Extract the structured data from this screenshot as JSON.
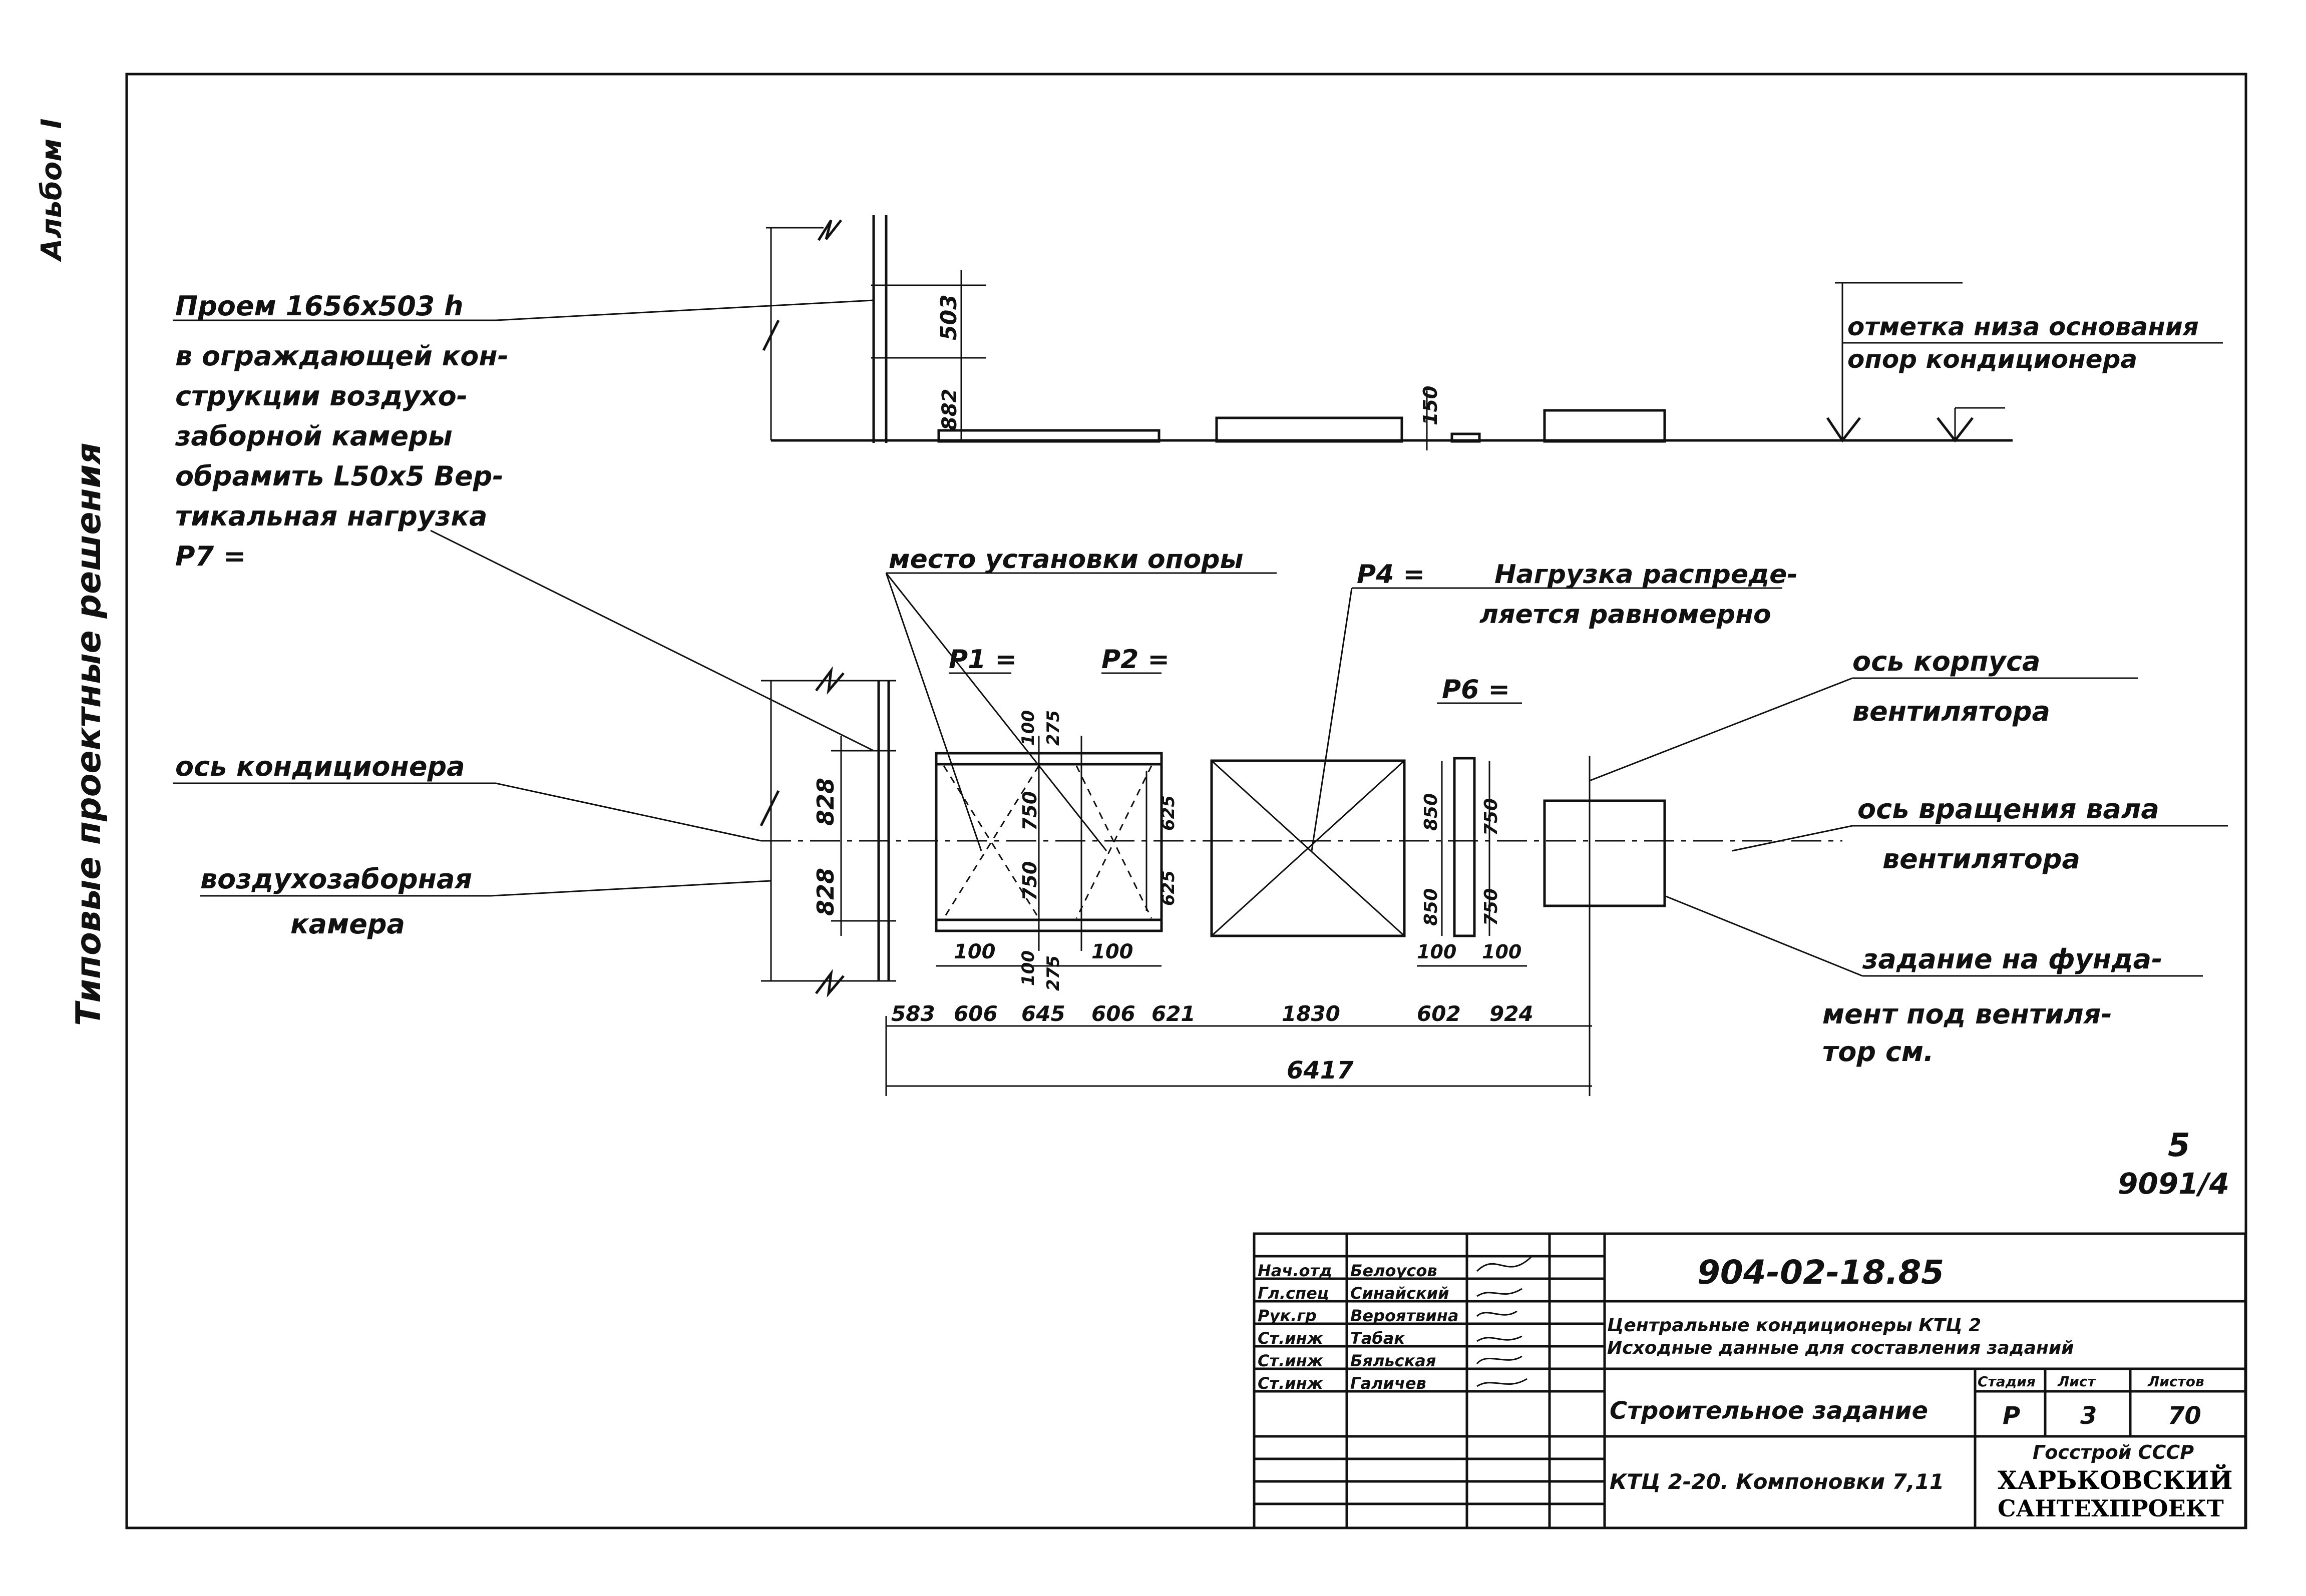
{
  "margin_note": "Альбом I",
  "side_title": "Типовые проектные решения",
  "sheet_mark": {
    "number": "5",
    "code": "9091/4"
  },
  "callouts": {
    "opening": [
      "Проем 1656х503 h",
      "в ограждающей кон-",
      "струкции воздухо-",
      "заборной камеры",
      "обрамить L50х5 Вер-",
      "тикальная нагрузка",
      "Р7 ="
    ],
    "bottom_mark": [
      "отметка низа основания",
      "опор кондиционера"
    ],
    "support_place": "место установки опоры",
    "p4": "Р4 =",
    "distributed": [
      "Нагрузка распреде-",
      "ляется равномерно"
    ],
    "p1": "Р1 =",
    "p2": "Р2 =",
    "p6": "Р6 =",
    "axis_conditioner": "ось кондиционера",
    "air_chamber": [
      "воздухозаборная",
      "камера"
    ],
    "fan_axis": [
      "ось корпуса",
      "вентилятора"
    ],
    "shaft_axis": [
      "ось вращения вала",
      "вентилятора"
    ],
    "foundation": [
      "задание на фунда-",
      "мент под вентиля-",
      "тор см."
    ]
  },
  "dims": {
    "elev_503": "503",
    "elev_882": "882",
    "elev_150": "150",
    "h_828_top": "828",
    "h_828_bot": "828",
    "d100_top": "100",
    "d275_top": "275",
    "d750_a": "750",
    "d750_b": "750",
    "d625_a": "625",
    "d625_b": "625",
    "d100_left": "100",
    "d100_mid": "100",
    "d275_bot": "275",
    "d100_right": "100",
    "d850_a": "850",
    "d850_b": "850",
    "d750_c": "750",
    "d750_d": "750",
    "d100_p6a": "100",
    "d100_p6b": "100",
    "chain": [
      "583",
      "606",
      "645",
      "606",
      "621",
      "1830",
      "602",
      "924"
    ],
    "total": "6417"
  },
  "title_block": {
    "doc_number": "904-02-18.85",
    "description_1": "Центральные кондиционеры КТЦ 2",
    "description_2": "Исходные данные для составления заданий",
    "drawing_name": "Строительное задание",
    "drawing_sub": "КТЦ 2-20. Компоновки 7,11",
    "stage_header": "Стадия",
    "sheet_header": "Лист",
    "sheets_header": "Листов",
    "stage": "Р",
    "sheet": "3",
    "sheets": "70",
    "org_1": "Госстрой СССР",
    "org_2": "ХАРЬКОВСКИЙ",
    "org_3": "САНТЕХПРОЕКТ",
    "staff": [
      {
        "role": "Нач.отд",
        "name": "Белоусов"
      },
      {
        "role": "Гл.спец",
        "name": "Синайский"
      },
      {
        "role": "Рук.гр",
        "name": "Вероятвина"
      },
      {
        "role": "Ст.инж",
        "name": "Табак"
      },
      {
        "role": "Ст.инж",
        "name": "Бяльская"
      },
      {
        "role": "Ст.инж",
        "name": "Галичев"
      }
    ]
  }
}
